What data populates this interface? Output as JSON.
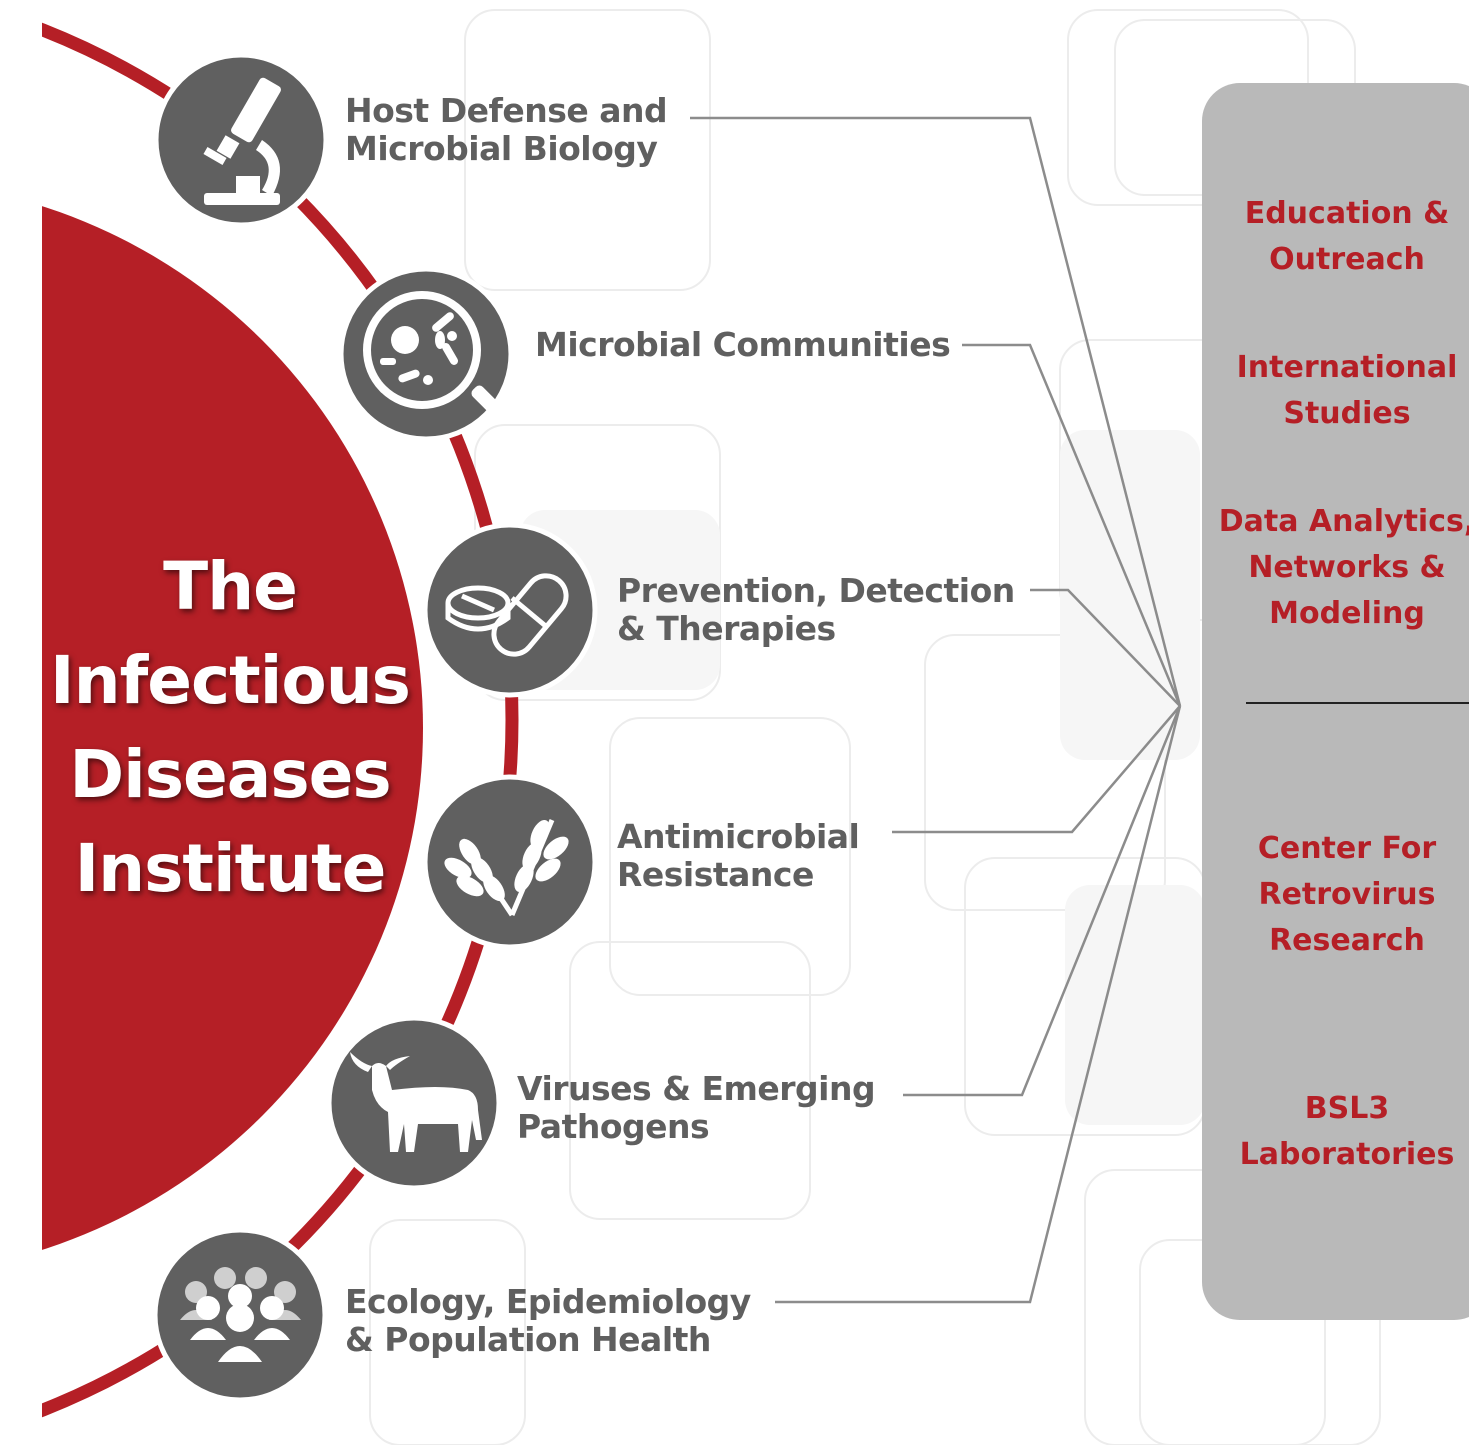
{
  "colors": {
    "red": "#b51f26",
    "icon_gray": "#606060",
    "text_gray": "#5f5f5f",
    "panel_gray": "#b9b9b9"
  },
  "title": {
    "lines": [
      "The",
      "Infectious",
      "Diseases",
      "Institute"
    ]
  },
  "research_areas": [
    {
      "icon": "microscope-icon",
      "lines": [
        "Host Defense and",
        "Microbial Biology"
      ]
    },
    {
      "icon": "microbes-magnifier-icon",
      "lines": [
        "Microbial Communities"
      ]
    },
    {
      "icon": "pill-capsule-icon",
      "lines": [
        "Prevention, Detection",
        "& Therapies"
      ]
    },
    {
      "icon": "wheat-icon",
      "lines": [
        "Antimicrobial",
        "Resistance"
      ]
    },
    {
      "icon": "cattle-icon",
      "lines": [
        "Viruses & Emerging",
        "Pathogens"
      ]
    },
    {
      "icon": "people-group-icon",
      "lines": [
        "Ecology, Epidemiology",
        "& Population Health"
      ]
    }
  ],
  "side_panel": {
    "programs": [
      {
        "lines": [
          "Education &",
          "Outreach"
        ]
      },
      {
        "lines": [
          "International",
          "Studies"
        ]
      },
      {
        "lines": [
          "Data Analytics,",
          "Networks &",
          "Modeling"
        ]
      }
    ],
    "facilities": [
      {
        "lines": [
          "Center For",
          "Retrovirus",
          "Research"
        ]
      },
      {
        "lines": [
          "BSL3",
          "Laboratories"
        ]
      }
    ]
  }
}
